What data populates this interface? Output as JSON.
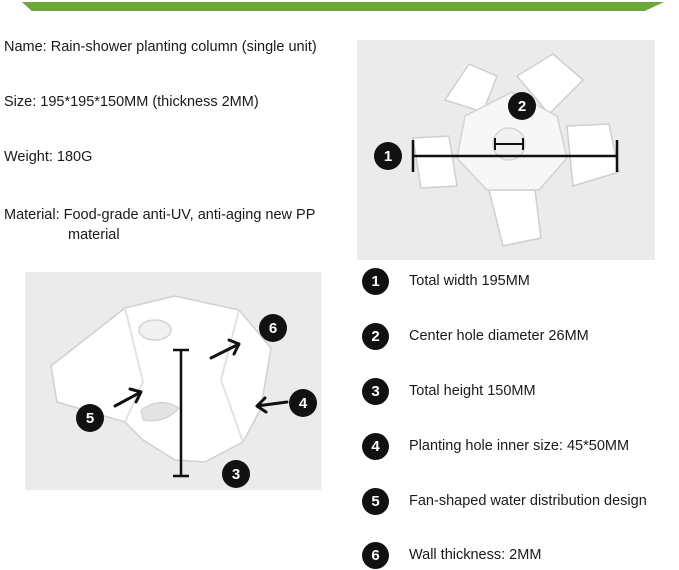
{
  "specs": {
    "name": "Name: Rain-shower planting column (single unit)",
    "size": "Size: 195*195*150MM (thickness 2MM)",
    "weight": "Weight: 180G",
    "material_line1": "Material: Food-grade anti-UV, anti-aging new PP",
    "material_line2": "material"
  },
  "callouts": {
    "c1": "1",
    "c2": "2",
    "c3": "3",
    "c4": "4",
    "c5": "5",
    "c6": "6"
  },
  "legend": [
    {
      "number": "1",
      "text": "Total width 195MM"
    },
    {
      "number": "2",
      "text": "Center hole diameter 26MM"
    },
    {
      "number": "3",
      "text": "Total height 150MM"
    },
    {
      "number": "4",
      "text": "Planting hole inner size: 45*50MM"
    },
    {
      "number": "5",
      "text": "Fan-shaped water distribution design"
    },
    {
      "number": "6",
      "text": "Wall thickness: 2MM"
    }
  ],
  "colors": {
    "accent_bar": "#6aa83c",
    "badge": "#111111",
    "panel_background": "#ebebeb"
  }
}
